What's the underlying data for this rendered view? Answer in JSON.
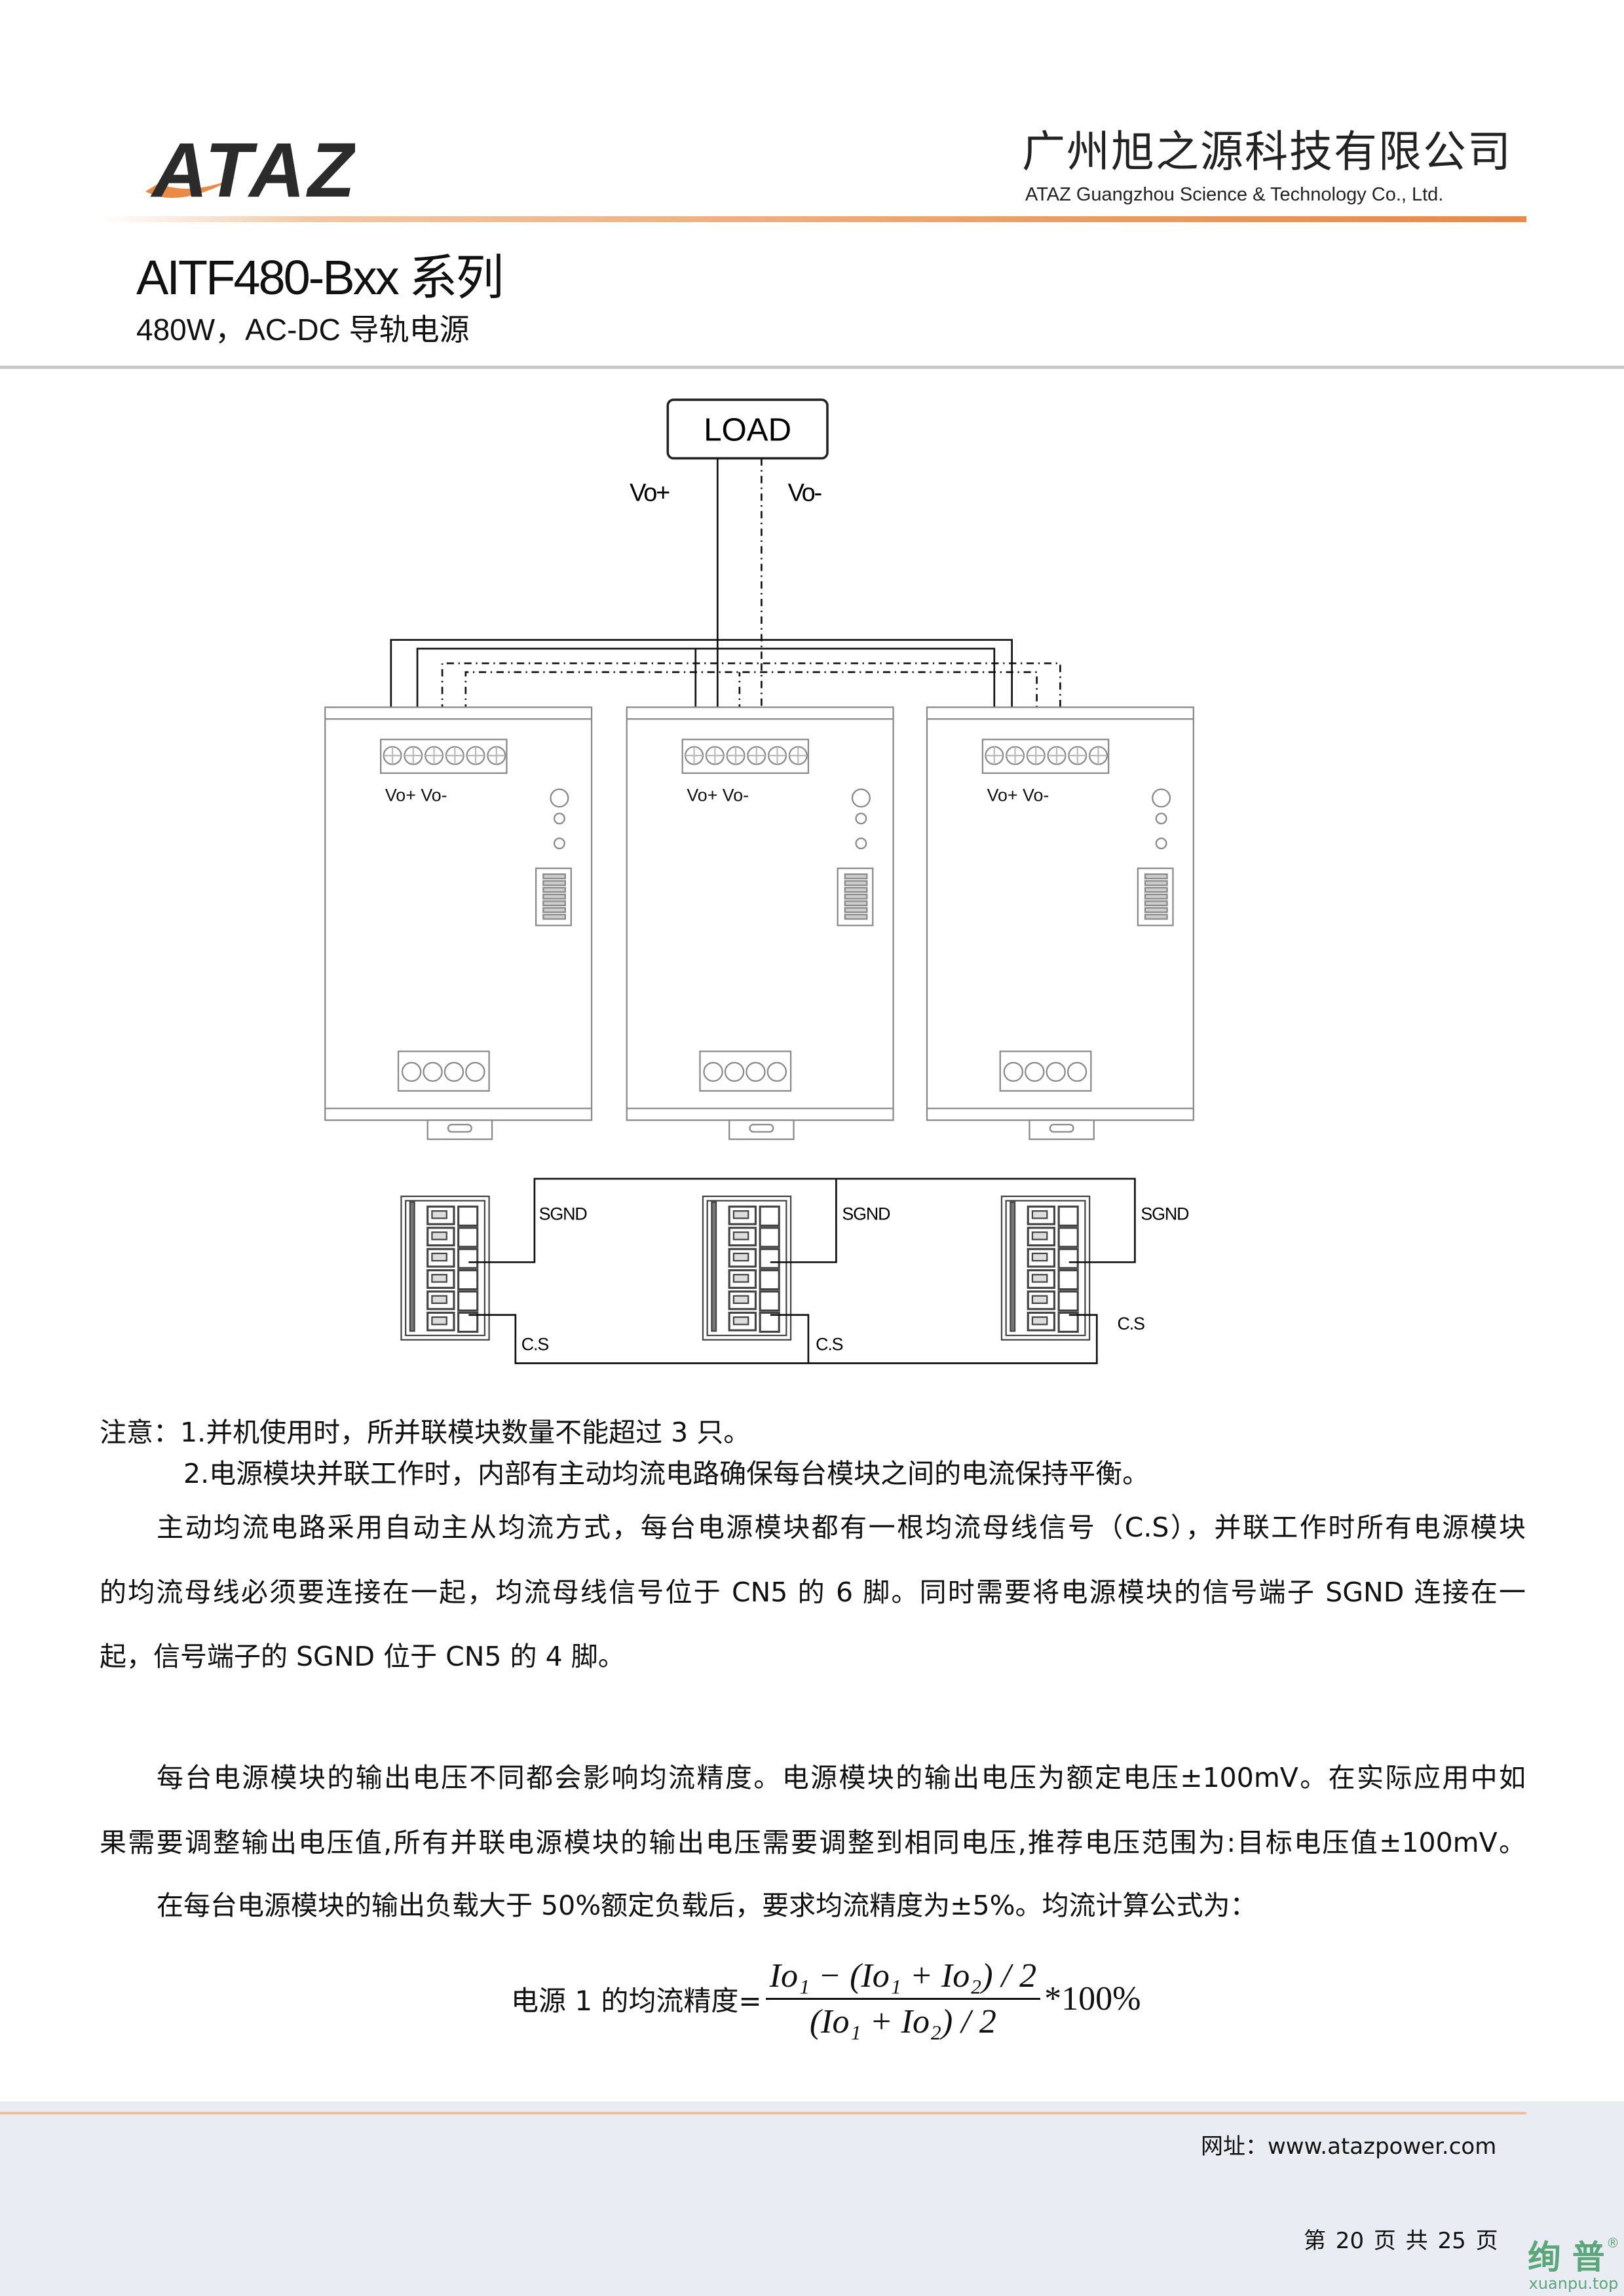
{
  "header": {
    "logo_text": "ATAZ",
    "company_cn": "广州旭之源科技有限公司",
    "company_en": "ATAZ Guangzhou Science & Technology Co., Ltd.",
    "brand_color": "#e98a45"
  },
  "doc": {
    "title": "AITF480-Bxx 系列",
    "subtitle": "480W，AC-DC 导轨电源"
  },
  "diagram": {
    "load_label": "LOAD",
    "vo_plus": "Vo+",
    "vo_minus": "Vo-",
    "module_terminal_label": "Vo+ Vo-",
    "sgnd_label": "SGND",
    "cs_label": "C.S"
  },
  "body": {
    "note1": "注意：1.并机使用时，所并联模块数量不能超过 3 只。",
    "note2": "2.电源模块并联工作时，内部有主动均流电路确保每台模块之间的电流保持平衡。",
    "p1_l1": "主动均流电路采用自动主从均流方式，每台电源模块都有一根均流母线信号（C.S），并联工作时所有电源模块",
    "p1_l2": "的均流母线必须要连接在一起，均流母线信号位于 CN5 的 6 脚。同时需要将电源模块的信号端子 SGND 连接在一",
    "p1_l3": "起，信号端子的 SGND 位于 CN5 的 4 脚。",
    "p2_l1": "每台电源模块的输出电压不同都会影响均流精度。电源模块的输出电压为额定电压±100mV。在实际应用中如",
    "p2_l2": "果需要调整输出电压值,所有并联电源模块的输出电压需要调整到相同电压,推荐电压范围为:目标电压值±100mV。",
    "p3": "在每台电源模块的输出负载大于 50%额定负载后，要求均流精度为±5%。均流计算公式为："
  },
  "formula": {
    "label": "电源 1 的均流精度=",
    "numerator": "Io₁ − (Io₁ + Io₂) / 2",
    "denominator": "(Io₁ + Io₂) / 2",
    "suffix": "*100%"
  },
  "footer": {
    "website": "网址：www.atazpower.com",
    "page": "第 20 页 共 25 页",
    "watermark_cn": "绚 普",
    "watermark_en": "xuanpu.top",
    "watermark_reg": "®"
  }
}
